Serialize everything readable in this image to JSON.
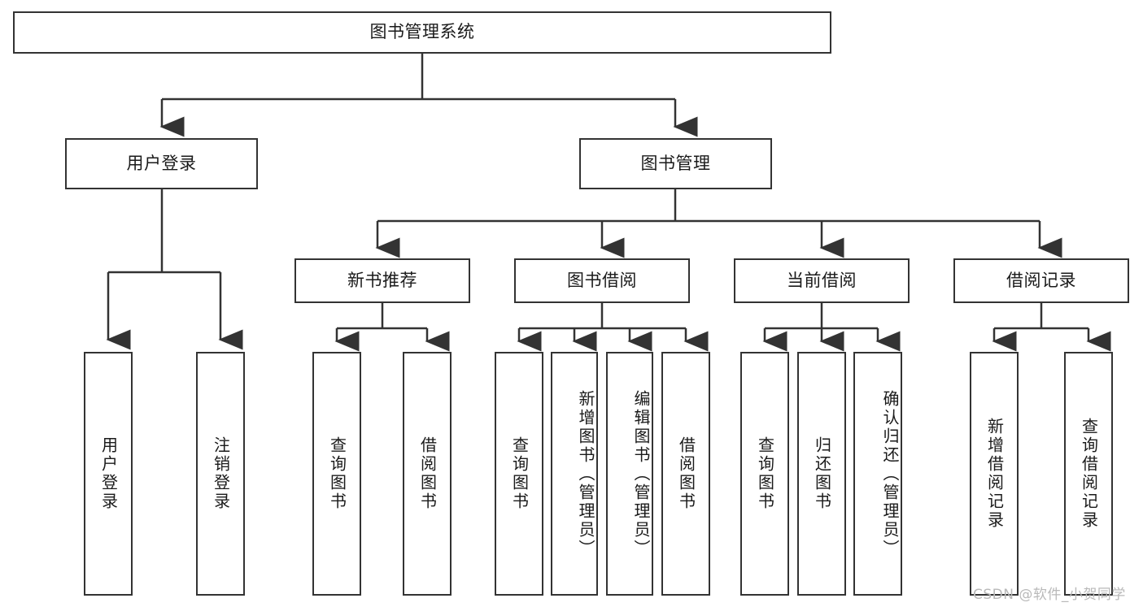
{
  "diagram": {
    "type": "tree",
    "title": "图书管理系统",
    "root": {
      "label": "图书管理系统"
    },
    "level2": [
      {
        "label": "用户登录"
      },
      {
        "label": "图书管理"
      }
    ],
    "level3": [
      {
        "label": "新书推荐"
      },
      {
        "label": "图书借阅"
      },
      {
        "label": "当前借阅"
      },
      {
        "label": "借阅记录"
      }
    ],
    "leaves": {
      "user_login": [
        {
          "label": "用户登录"
        },
        {
          "label": "注销登录"
        }
      ],
      "new_book_recommend": [
        {
          "label": "查询图书"
        },
        {
          "label": "借阅图书"
        }
      ],
      "book_borrow": [
        {
          "label": "查询图书"
        },
        {
          "label": "新增图书（管理员）"
        },
        {
          "label": "编辑图书（管理员）"
        },
        {
          "label": "借阅图书"
        }
      ],
      "current_borrow": [
        {
          "label": "查询图书"
        },
        {
          "label": "归还图书"
        },
        {
          "label": "确认归还（管理员）"
        }
      ],
      "borrow_record": [
        {
          "label": "新增借阅记录"
        },
        {
          "label": "查询借阅记录"
        }
      ]
    }
  },
  "watermark": {
    "text": "CSDN @软件_小贺同学"
  },
  "colors": {
    "stroke": "#333333",
    "box_fill": "#ffffff",
    "text": "#1a1a1a",
    "watermark": "#b9b9b9"
  }
}
